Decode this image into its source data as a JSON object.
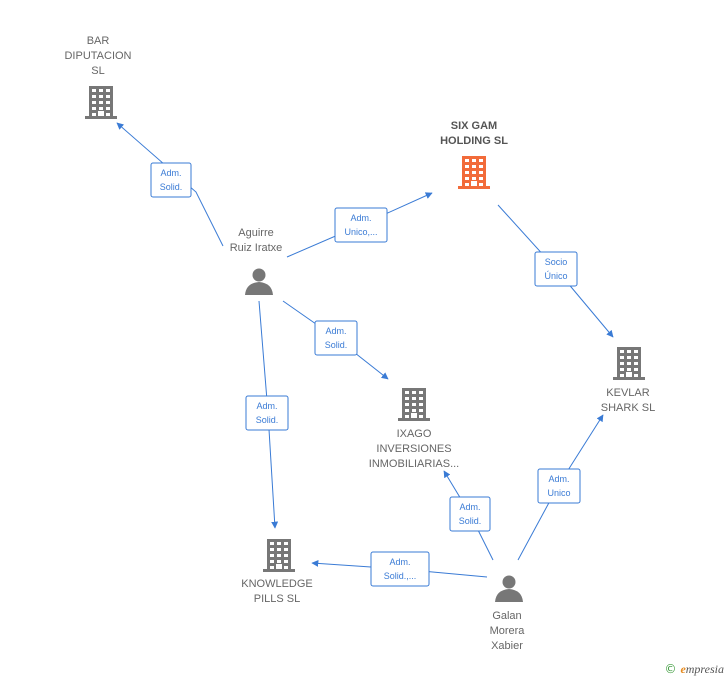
{
  "colors": {
    "edge": "#3a7bd5",
    "company": "#777777",
    "company_highlight": "#f26b3a",
    "person": "#777777"
  },
  "nodes": [
    {
      "id": "bar",
      "type": "company",
      "icon": "building-icon",
      "lines": [
        "BAR",
        "DIPUTACION",
        "SL"
      ],
      "highlight": false
    },
    {
      "id": "sixgam",
      "type": "company",
      "icon": "building-icon",
      "lines": [
        "SIX GAM",
        "HOLDING  SL"
      ],
      "highlight": true
    },
    {
      "id": "aguirre",
      "type": "person",
      "icon": "person-icon",
      "lines": [
        "Aguirre",
        "Ruiz Iratxe"
      ],
      "highlight": false
    },
    {
      "id": "kevlar",
      "type": "company",
      "icon": "building-icon",
      "lines": [
        "KEVLAR",
        "SHARK  SL"
      ],
      "highlight": false
    },
    {
      "id": "ixago",
      "type": "company",
      "icon": "building-icon",
      "lines": [
        "IXAGO",
        "INVERSIONES",
        "INMOBILIARIAS..."
      ],
      "highlight": false
    },
    {
      "id": "knowledge",
      "type": "company",
      "icon": "building-icon",
      "lines": [
        "KNOWLEDGE",
        "PILLS SL"
      ],
      "highlight": false
    },
    {
      "id": "galan",
      "type": "person",
      "icon": "person-icon",
      "lines": [
        "Galan",
        "Morera",
        "Xabier"
      ],
      "highlight": false
    }
  ],
  "edges": [
    {
      "from": "aguirre",
      "to": "bar",
      "label": [
        "Adm.",
        "Solid."
      ]
    },
    {
      "from": "aguirre",
      "to": "sixgam",
      "label": [
        "Adm.",
        "Unico,..."
      ]
    },
    {
      "from": "aguirre",
      "to": "ixago",
      "label": [
        "Adm.",
        "Solid."
      ]
    },
    {
      "from": "aguirre",
      "to": "knowledge",
      "label": [
        "Adm.",
        "Solid."
      ]
    },
    {
      "from": "sixgam",
      "to": "kevlar",
      "label": [
        "Socio",
        "Único"
      ]
    },
    {
      "from": "galan",
      "to": "ixago",
      "label": [
        "Adm.",
        "Solid."
      ]
    },
    {
      "from": "galan",
      "to": "kevlar",
      "label": [
        "Adm.",
        "Unico"
      ]
    },
    {
      "from": "galan",
      "to": "knowledge",
      "label": [
        "Adm.",
        "Solid.,..."
      ]
    }
  ],
  "branding": {
    "copyright_symbol": "©",
    "brand_initial": "e",
    "brand_rest": "mpresia"
  }
}
